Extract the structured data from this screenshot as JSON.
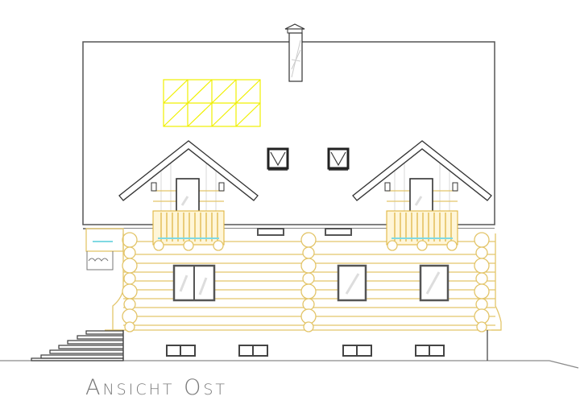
{
  "drawing": {
    "title": "Ansicht Ost",
    "view": "east elevation",
    "elements": {
      "roof": "main-roof",
      "chimney": "chimney",
      "solar_panel": {
        "rows": 2,
        "cols": 4,
        "color": "#f0f000"
      },
      "dormers": 2,
      "roof_windows": 2,
      "balconies": 2,
      "ground_floor_windows": 4,
      "basement_windows": 4,
      "stairs_steps": 6
    },
    "colors": {
      "log_wall": "#e3c56a",
      "balcony": "#d9a92c",
      "solar": "#f0f000",
      "line": "#3a3a3a",
      "title_text": "#7a7a7a"
    }
  }
}
